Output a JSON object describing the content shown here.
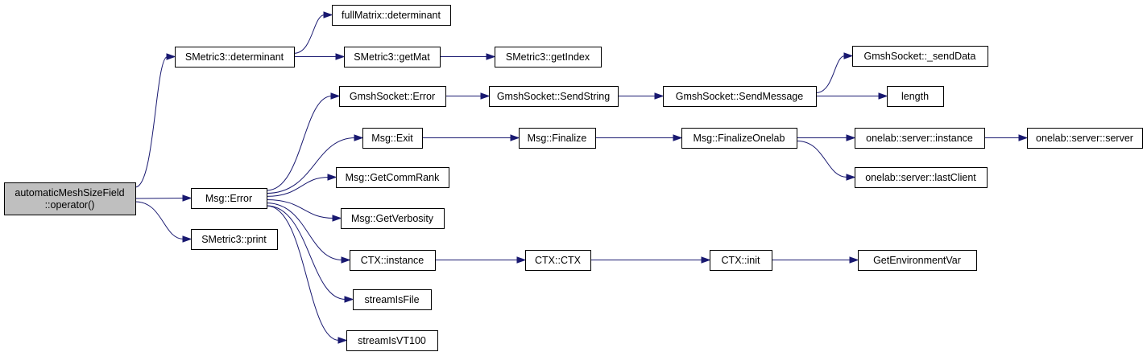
{
  "graph": {
    "edge_color": "#191970",
    "root_fill": "#bfbfbf",
    "nodes": [
      {
        "id": "root",
        "lines": [
          "automaticMeshSizeField",
          "::operator()"
        ]
      },
      {
        "id": "sm3_det",
        "lines": [
          "SMetric3::determinant"
        ]
      },
      {
        "id": "msg_error",
        "lines": [
          "Msg::Error"
        ]
      },
      {
        "id": "sm3_print",
        "lines": [
          "SMetric3::print"
        ]
      },
      {
        "id": "fm_det",
        "lines": [
          "fullMatrix::determinant"
        ]
      },
      {
        "id": "sm3_getmat",
        "lines": [
          "SMetric3::getMat"
        ]
      },
      {
        "id": "sm3_getindex",
        "lines": [
          "SMetric3::getIndex"
        ]
      },
      {
        "id": "gs_error",
        "lines": [
          "GmshSocket::Error"
        ]
      },
      {
        "id": "msg_exit",
        "lines": [
          "Msg::Exit"
        ]
      },
      {
        "id": "msg_getcommrank",
        "lines": [
          "Msg::GetCommRank"
        ]
      },
      {
        "id": "msg_getverbosity",
        "lines": [
          "Msg::GetVerbosity"
        ]
      },
      {
        "id": "ctx_instance",
        "lines": [
          "CTX::instance"
        ]
      },
      {
        "id": "streamisfile",
        "lines": [
          "streamIsFile"
        ]
      },
      {
        "id": "streamisvt100",
        "lines": [
          "streamIsVT100"
        ]
      },
      {
        "id": "gs_sendstring",
        "lines": [
          "GmshSocket::SendString"
        ]
      },
      {
        "id": "msg_finalize",
        "lines": [
          "Msg::Finalize"
        ]
      },
      {
        "id": "ctx_ctx",
        "lines": [
          "CTX::CTX"
        ]
      },
      {
        "id": "gs_sendmessage",
        "lines": [
          "GmshSocket::SendMessage"
        ]
      },
      {
        "id": "msg_finalizeonelab",
        "lines": [
          "Msg::FinalizeOnelab"
        ]
      },
      {
        "id": "ctx_init",
        "lines": [
          "CTX::init"
        ]
      },
      {
        "id": "gs_senddata",
        "lines": [
          "GmshSocket::_sendData"
        ]
      },
      {
        "id": "length",
        "lines": [
          "length"
        ]
      },
      {
        "id": "os_instance",
        "lines": [
          "onelab::server::instance"
        ]
      },
      {
        "id": "os_lastclient",
        "lines": [
          "onelab::server::lastClient"
        ]
      },
      {
        "id": "getenvvar",
        "lines": [
          "GetEnvironmentVar"
        ]
      },
      {
        "id": "os_server",
        "lines": [
          "onelab::server::server"
        ]
      }
    ],
    "edges": [
      [
        "root",
        "sm3_det"
      ],
      [
        "root",
        "msg_error"
      ],
      [
        "root",
        "sm3_print"
      ],
      [
        "sm3_det",
        "fm_det"
      ],
      [
        "sm3_det",
        "sm3_getmat"
      ],
      [
        "sm3_getmat",
        "sm3_getindex"
      ],
      [
        "msg_error",
        "gs_error"
      ],
      [
        "msg_error",
        "msg_exit"
      ],
      [
        "msg_error",
        "msg_getcommrank"
      ],
      [
        "msg_error",
        "msg_getverbosity"
      ],
      [
        "msg_error",
        "ctx_instance"
      ],
      [
        "msg_error",
        "streamisfile"
      ],
      [
        "msg_error",
        "streamisvt100"
      ],
      [
        "gs_error",
        "gs_sendstring"
      ],
      [
        "gs_sendstring",
        "gs_sendmessage"
      ],
      [
        "gs_sendmessage",
        "gs_senddata"
      ],
      [
        "gs_sendmessage",
        "length"
      ],
      [
        "msg_exit",
        "msg_finalize"
      ],
      [
        "msg_finalize",
        "msg_finalizeonelab"
      ],
      [
        "msg_finalizeonelab",
        "os_instance"
      ],
      [
        "msg_finalizeonelab",
        "os_lastclient"
      ],
      [
        "os_instance",
        "os_server"
      ],
      [
        "ctx_instance",
        "ctx_ctx"
      ],
      [
        "ctx_ctx",
        "ctx_init"
      ],
      [
        "ctx_init",
        "getenvvar"
      ]
    ]
  }
}
